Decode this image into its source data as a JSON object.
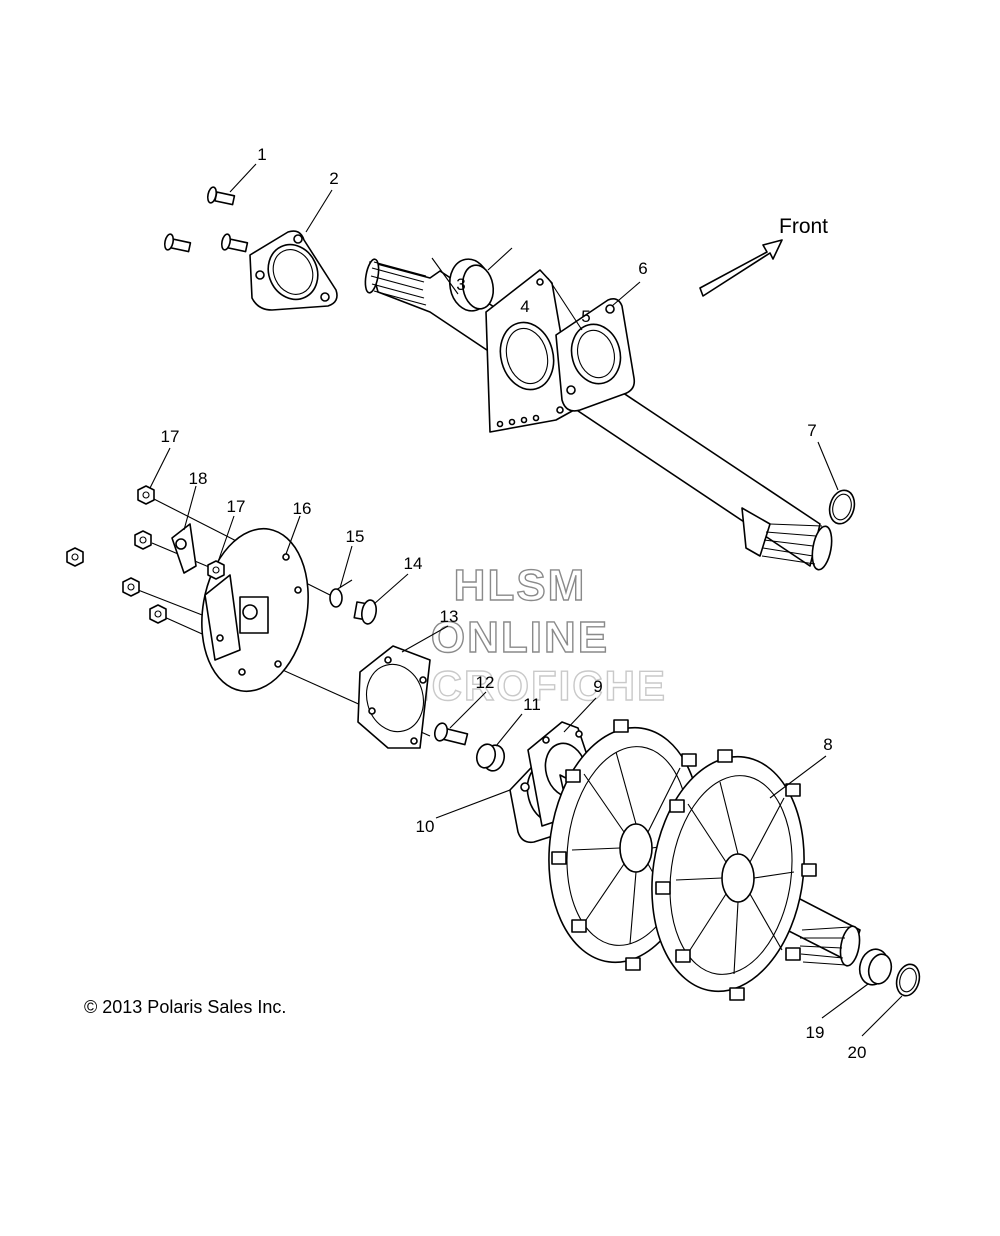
{
  "callouts": [
    {
      "id": "1",
      "label": "1"
    },
    {
      "id": "2",
      "label": "2"
    },
    {
      "id": "3",
      "label": "3"
    },
    {
      "id": "4",
      "label": "4"
    },
    {
      "id": "5",
      "label": "5"
    },
    {
      "id": "6",
      "label": "6"
    },
    {
      "id": "7",
      "label": "7"
    },
    {
      "id": "8",
      "label": "8"
    },
    {
      "id": "9",
      "label": "9"
    },
    {
      "id": "10",
      "label": "10"
    },
    {
      "id": "11",
      "label": "11"
    },
    {
      "id": "12",
      "label": "12"
    },
    {
      "id": "13",
      "label": "13"
    },
    {
      "id": "14",
      "label": "14"
    },
    {
      "id": "15",
      "label": "15"
    },
    {
      "id": "16",
      "label": "16"
    },
    {
      "id": "17a",
      "label": "17"
    },
    {
      "id": "17b",
      "label": "17"
    },
    {
      "id": "18",
      "label": "18"
    },
    {
      "id": "19",
      "label": "19"
    },
    {
      "id": "20",
      "label": "20"
    }
  ],
  "direction_label": "Front",
  "watermark": {
    "line1": "HLSM",
    "line2": "ONLINE",
    "line3": "MICROFICHE"
  },
  "copyright": "© 2013 Polaris Sales Inc."
}
